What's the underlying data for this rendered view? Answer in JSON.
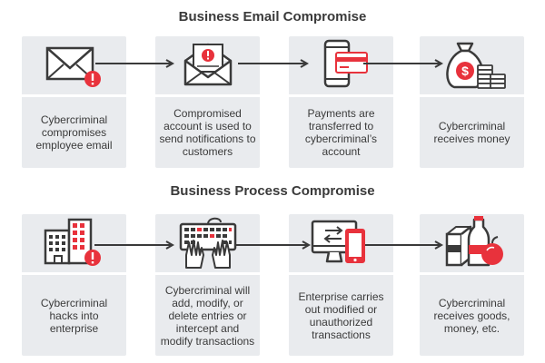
{
  "sections": {
    "bec": {
      "title": "Business Email Compromise",
      "steps": [
        {
          "text": "Cybercriminal compromises employee email",
          "icon": "envelope-warning-icon"
        },
        {
          "text": "Compromised account is used to send notifications to customers",
          "icon": "open-envelope-warning-icon"
        },
        {
          "text": "Payments are transferred to cybercriminal’s account",
          "icon": "phone-card-icon"
        },
        {
          "text": "Cybercriminal receives money",
          "icon": "money-bag-icon"
        }
      ]
    },
    "bpc": {
      "title": "Business Process Compromise",
      "steps": [
        {
          "text": "Cybercriminal hacks into enterprise",
          "icon": "building-warning-icon"
        },
        {
          "text": "Cybercriminal will add, modify, or delete entries or intercept and modify transactions",
          "icon": "hands-keyboard-icon"
        },
        {
          "text": "Enterprise carries out modified or unauthorized transactions",
          "icon": "monitor-tablet-icon"
        },
        {
          "text": "Cybercriminal receives goods, money, etc.",
          "icon": "goods-icon"
        }
      ]
    }
  },
  "colors": {
    "accent": "#e8323c",
    "line": "#3a3a3a",
    "card": "#e9ebee"
  }
}
